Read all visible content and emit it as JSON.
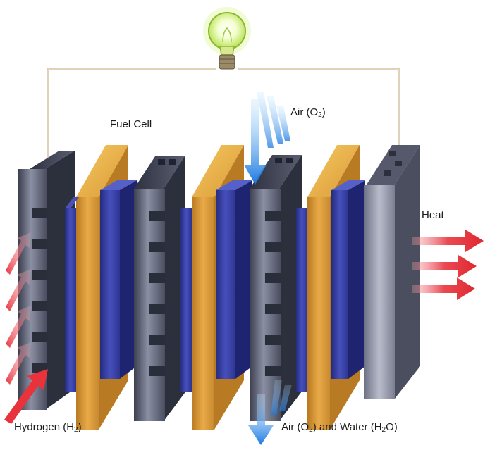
{
  "labels": {
    "fuel_cell": "Fuel Cell",
    "air_in": {
      "text": "Air (O",
      "sub": "2",
      "tail": ")"
    },
    "heat": "Heat",
    "hydrogen": {
      "text": "Hydrogen (H",
      "sub": "2",
      "tail": ")"
    },
    "air_water_out": {
      "text": "Air (O",
      "sub": "2",
      "mid": ") and Water (H",
      "sub2": "2",
      "tail": "O)"
    }
  },
  "colors": {
    "bipolar_plate": "#5d6173",
    "electrode_gold": "#e0a03a",
    "membrane_blue": "#3a44a8",
    "wire": "#b7a07a",
    "hydrogen_arrow": "#e53a4a",
    "heat_arrow": "#e8323c",
    "air_arrow": "#1f7fe0",
    "bulb_glow": "#c8f060"
  },
  "icons": {
    "bulb": "light-bulb-icon"
  }
}
